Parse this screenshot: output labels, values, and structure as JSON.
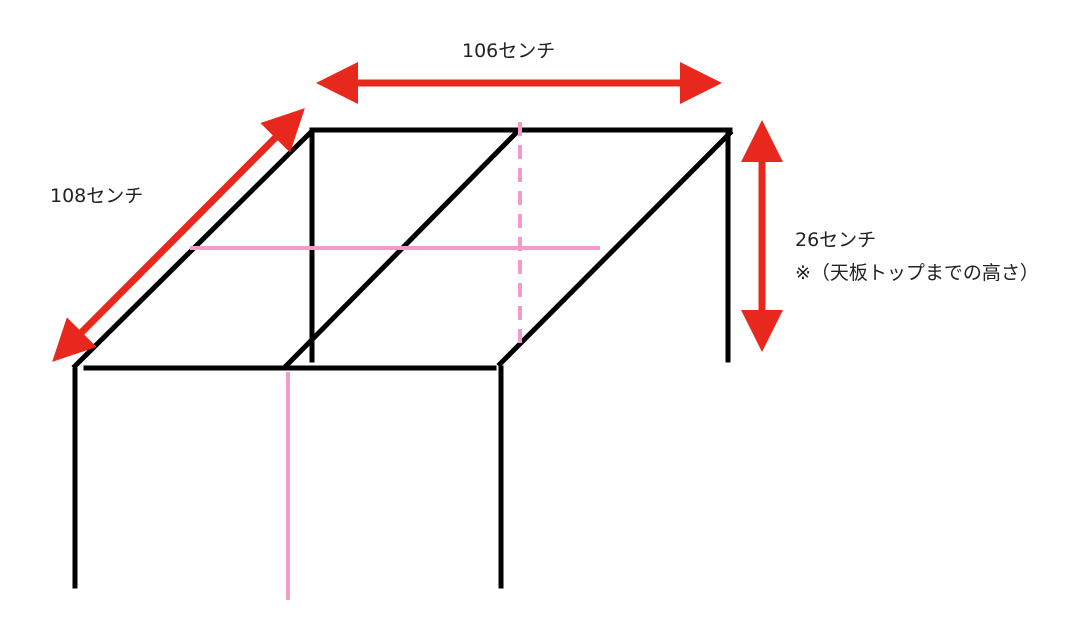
{
  "labels": {
    "width": "106センチ",
    "depth": "108センチ",
    "height": "26センチ",
    "height_note": "※（天板トップまでの高さ）"
  },
  "colors": {
    "frame": "#000000",
    "dimension_arrow": "#e8281c",
    "guide_line": "#f49ac8"
  }
}
